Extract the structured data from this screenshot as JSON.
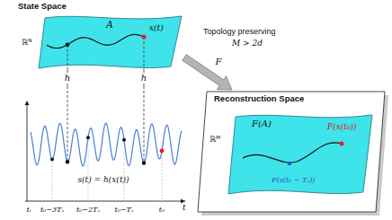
{
  "diagram": {
    "nodes": [
      {
        "text": [
          "State Space",
          "A",
          "x(t)"
        ]
      },
      {
        "text": [
          "s(t) = h(x(t))"
        ]
      },
      {
        "text": [
          "Reconstruction Space",
          "ℝᴹ"
        ]
      },
      {
        "text": [
          "F(A)",
          "F(x(t₀))",
          "F(s(t₀ − Tₛ))"
        ],
        "in": 2
      }
    ],
    "edges": [
      {
        "from": 0,
        "to": 1,
        "arrow": "none",
        "label": "h"
      },
      {
        "from": 0,
        "to": 1,
        "arrow": "none",
        "label": "h"
      },
      {
        "from": 0,
        "to": 2,
        "arrow": "to",
        "label": "F"
      }
    ],
    "labels": [
      "ℝᴺ",
      "Topology preserving",
      "M > 2d",
      "tᵢ",
      "t₀−3Tₛ",
      "t₀−2Tₛ",
      "t₀−Tₛ",
      "t₀",
      "t"
    ]
  }
}
